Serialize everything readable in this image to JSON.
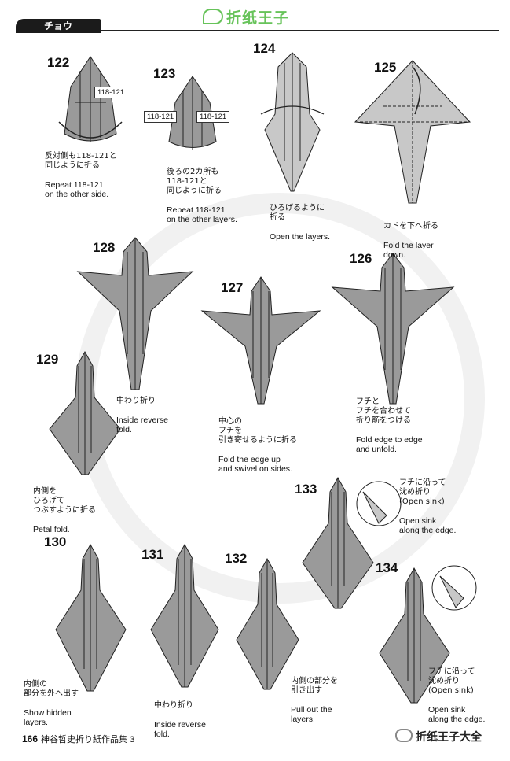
{
  "watermark": "折纸王子",
  "header": {
    "tab": "チョウ"
  },
  "steps": [
    {
      "id": "s122",
      "number": "122",
      "jp": "反対側も118-121と\n同じように折る",
      "en": "Repeat 118-121\non the other side.",
      "refs": [
        "118-121"
      ]
    },
    {
      "id": "s123",
      "number": "123",
      "jp": "後ろの2カ所も\n118-121と\n同じように折る",
      "en": "Repeat 118-121\non the other layers.",
      "refs": [
        "118-121",
        "118-121"
      ]
    },
    {
      "id": "s124",
      "number": "124",
      "jp": "ひろげるように\n折る",
      "en": "Open the layers."
    },
    {
      "id": "s125",
      "number": "125",
      "jp": "カドを下へ折る",
      "en": "Fold the layer\ndown."
    },
    {
      "id": "s128",
      "number": "128",
      "jp": "中わり折り",
      "en": "Inside reverse\nfold."
    },
    {
      "id": "s127",
      "number": "127",
      "jp": "中心の\nフチを\n引き寄せるように折る",
      "en": "Fold the edge up\nand swivel on sides."
    },
    {
      "id": "s126",
      "number": "126",
      "jp": "フチと\nフチを合わせて\n折り筋をつける",
      "en": "Fold edge to edge\nand unfold."
    },
    {
      "id": "s129",
      "number": "129",
      "jp": "内側を\nひろげて\nつぶすように折る",
      "en": "Petal fold."
    },
    {
      "id": "s133",
      "number": "133",
      "jp": "フチに沿って\n沈め折り\n(Open sink)",
      "en": "Open sink\nalong the edge."
    },
    {
      "id": "s130",
      "number": "130",
      "jp": "内側の\n部分を外へ出す",
      "en": "Show hidden\nlayers."
    },
    {
      "id": "s131",
      "number": "131",
      "jp": "中わり折り",
      "en": "Inside reverse\nfold."
    },
    {
      "id": "s132",
      "number": "132",
      "jp": "内側の部分を\n引き出す",
      "en": "Pull out the\nlayers."
    },
    {
      "id": "s134",
      "number": "134",
      "jp": "フチに沿って\n沈め折り\n(Open sink)",
      "en": "Open sink\nalong the edge."
    }
  ],
  "footer": {
    "page": "166",
    "book": "神谷哲史折り紙作品集 3",
    "credit": "折纸王子大全"
  },
  "colors": {
    "paper": "#9a9a9a",
    "paper_light": "#c8c8c8",
    "line": "#222222",
    "watermark": "#67c35a"
  }
}
